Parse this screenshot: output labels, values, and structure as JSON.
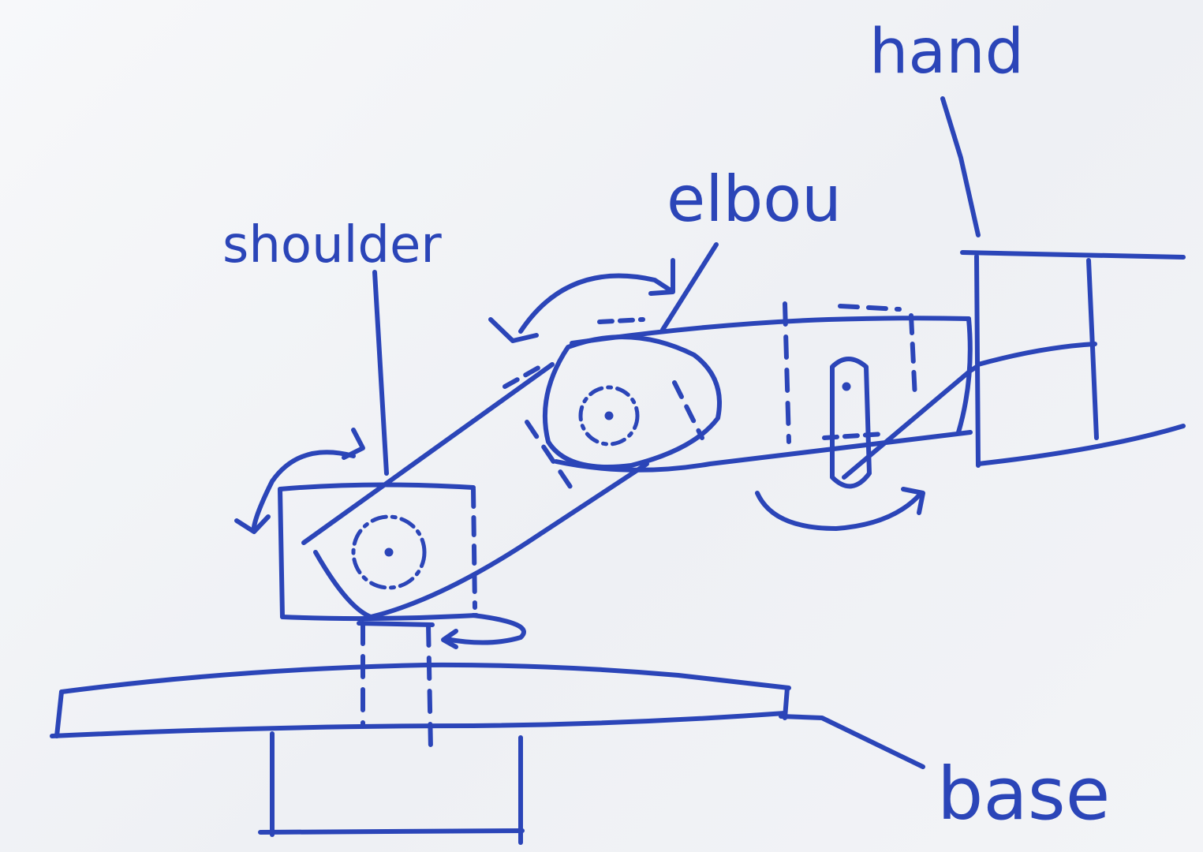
{
  "diagram": {
    "ink_color": "#2b45b8",
    "labels": {
      "hand": "hand",
      "elbow": "elbou",
      "shoulder": "shoulder",
      "base": "base"
    },
    "components": [
      {
        "name": "base",
        "type": "platform"
      },
      {
        "name": "shoulder",
        "type": "joint"
      },
      {
        "name": "elbow",
        "type": "joint"
      },
      {
        "name": "hand",
        "type": "gripper"
      }
    ]
  }
}
